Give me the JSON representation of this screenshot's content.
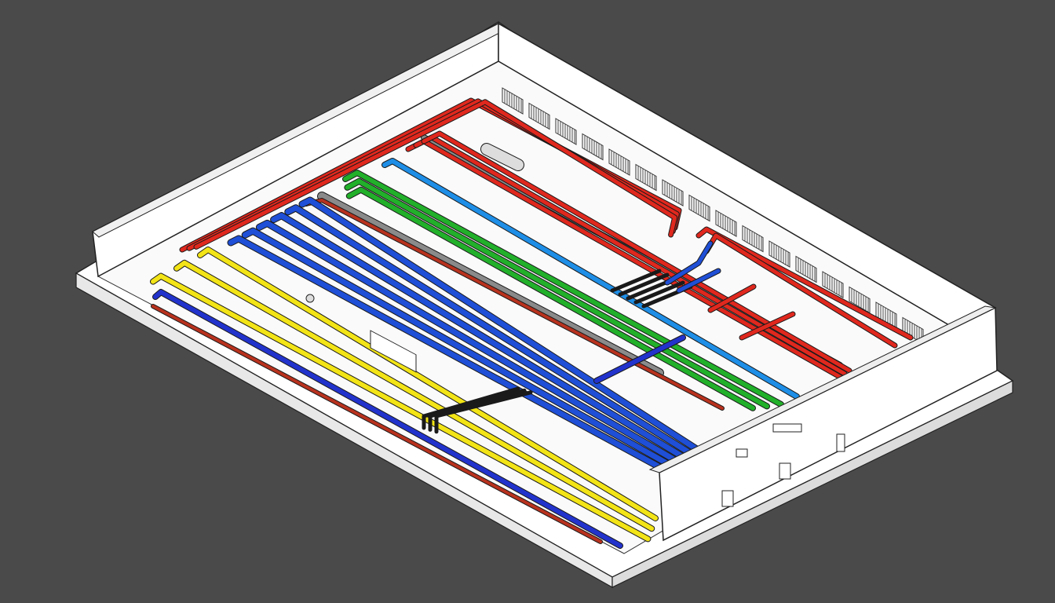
{
  "colors": {
    "background": "#4a4a4a",
    "room": "#ffffff",
    "outline": "#222222",
    "red": "#e0281e",
    "dark_red": "#b8321e",
    "yellow": "#f2e416",
    "blue": "#1f4fd6",
    "dark_blue": "#2233cc",
    "green": "#22b02a",
    "light_blue": "#1e8ee6",
    "gray": "#8a8a8a",
    "black": "#1a1a1a"
  },
  "pipe_groups": [
    {
      "kind": "yellow",
      "count": 3
    },
    {
      "kind": "dark_blue",
      "count": 1
    },
    {
      "kind": "dark_red",
      "count": 1
    },
    {
      "kind": "blue",
      "count": 6
    },
    {
      "kind": "green",
      "count": 3
    },
    {
      "kind": "light_blue",
      "count": 1
    },
    {
      "kind": "red",
      "count": 4
    }
  ]
}
